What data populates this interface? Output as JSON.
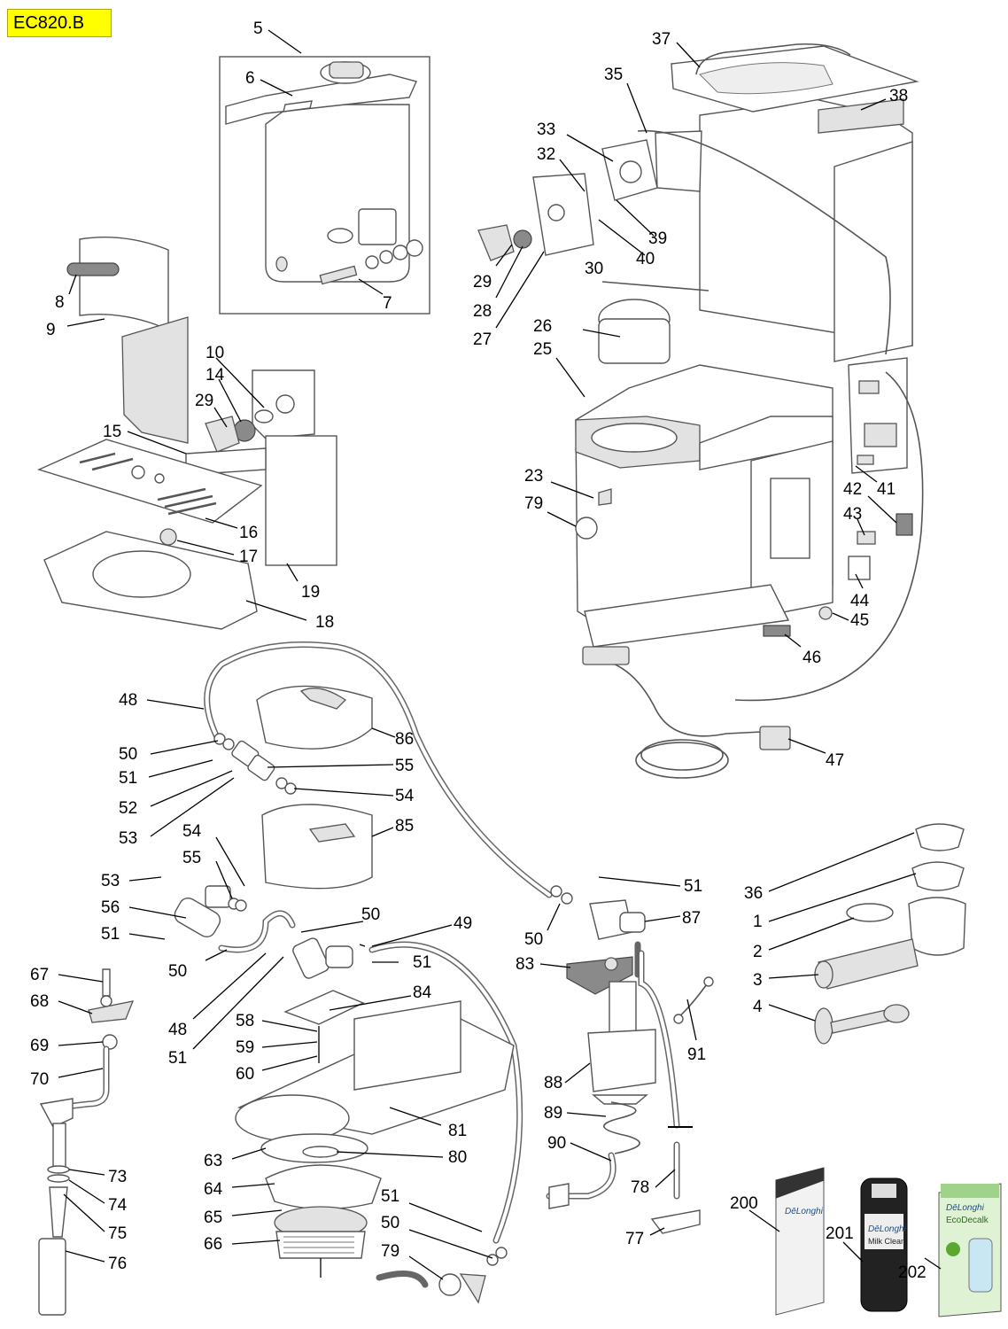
{
  "model": "EC820.B",
  "callouts": [
    {
      "n": "5"
    },
    {
      "n": "6"
    },
    {
      "n": "7"
    },
    {
      "n": "8"
    },
    {
      "n": "9"
    },
    {
      "n": "10"
    },
    {
      "n": "14"
    },
    {
      "n": "29"
    },
    {
      "n": "15"
    },
    {
      "n": "16"
    },
    {
      "n": "17"
    },
    {
      "n": "19"
    },
    {
      "n": "18"
    },
    {
      "n": "37"
    },
    {
      "n": "35"
    },
    {
      "n": "38"
    },
    {
      "n": "33"
    },
    {
      "n": "32"
    },
    {
      "n": "39"
    },
    {
      "n": "40"
    },
    {
      "n": "30"
    },
    {
      "n": "29"
    },
    {
      "n": "28"
    },
    {
      "n": "27"
    },
    {
      "n": "26"
    },
    {
      "n": "25"
    },
    {
      "n": "23"
    },
    {
      "n": "79"
    },
    {
      "n": "42"
    },
    {
      "n": "41"
    },
    {
      "n": "43"
    },
    {
      "n": "44"
    },
    {
      "n": "45"
    },
    {
      "n": "46"
    },
    {
      "n": "47"
    },
    {
      "n": "48"
    },
    {
      "n": "86"
    },
    {
      "n": "50"
    },
    {
      "n": "51"
    },
    {
      "n": "55"
    },
    {
      "n": "52"
    },
    {
      "n": "54"
    },
    {
      "n": "53"
    },
    {
      "n": "54"
    },
    {
      "n": "85"
    },
    {
      "n": "55"
    },
    {
      "n": "53"
    },
    {
      "n": "56"
    },
    {
      "n": "51"
    },
    {
      "n": "50"
    },
    {
      "n": "49"
    },
    {
      "n": "50"
    },
    {
      "n": "48"
    },
    {
      "n": "51"
    },
    {
      "n": "51"
    },
    {
      "n": "84"
    },
    {
      "n": "58"
    },
    {
      "n": "59"
    },
    {
      "n": "60"
    },
    {
      "n": "81"
    },
    {
      "n": "63"
    },
    {
      "n": "80"
    },
    {
      "n": "64"
    },
    {
      "n": "65"
    },
    {
      "n": "66"
    },
    {
      "n": "51"
    },
    {
      "n": "50"
    },
    {
      "n": "79"
    },
    {
      "n": "67"
    },
    {
      "n": "68"
    },
    {
      "n": "69"
    },
    {
      "n": "70"
    },
    {
      "n": "73"
    },
    {
      "n": "74"
    },
    {
      "n": "75"
    },
    {
      "n": "76"
    },
    {
      "n": "51"
    },
    {
      "n": "87"
    },
    {
      "n": "50"
    },
    {
      "n": "83"
    },
    {
      "n": "91"
    },
    {
      "n": "88"
    },
    {
      "n": "89"
    },
    {
      "n": "90"
    },
    {
      "n": "78"
    },
    {
      "n": "77"
    },
    {
      "n": "36"
    },
    {
      "n": "1"
    },
    {
      "n": "2"
    },
    {
      "n": "3"
    },
    {
      "n": "4"
    },
    {
      "n": "200"
    },
    {
      "n": "201"
    },
    {
      "n": "202"
    }
  ],
  "products": {
    "brand": "DēLonghi",
    "p201_text": "Milk Clean",
    "p202_text": "EcoDecalk"
  },
  "colors": {
    "tag_bg": "#ffff00",
    "line": "#000000",
    "part_stroke": "#555555",
    "decalk_green": "#5aa832"
  }
}
